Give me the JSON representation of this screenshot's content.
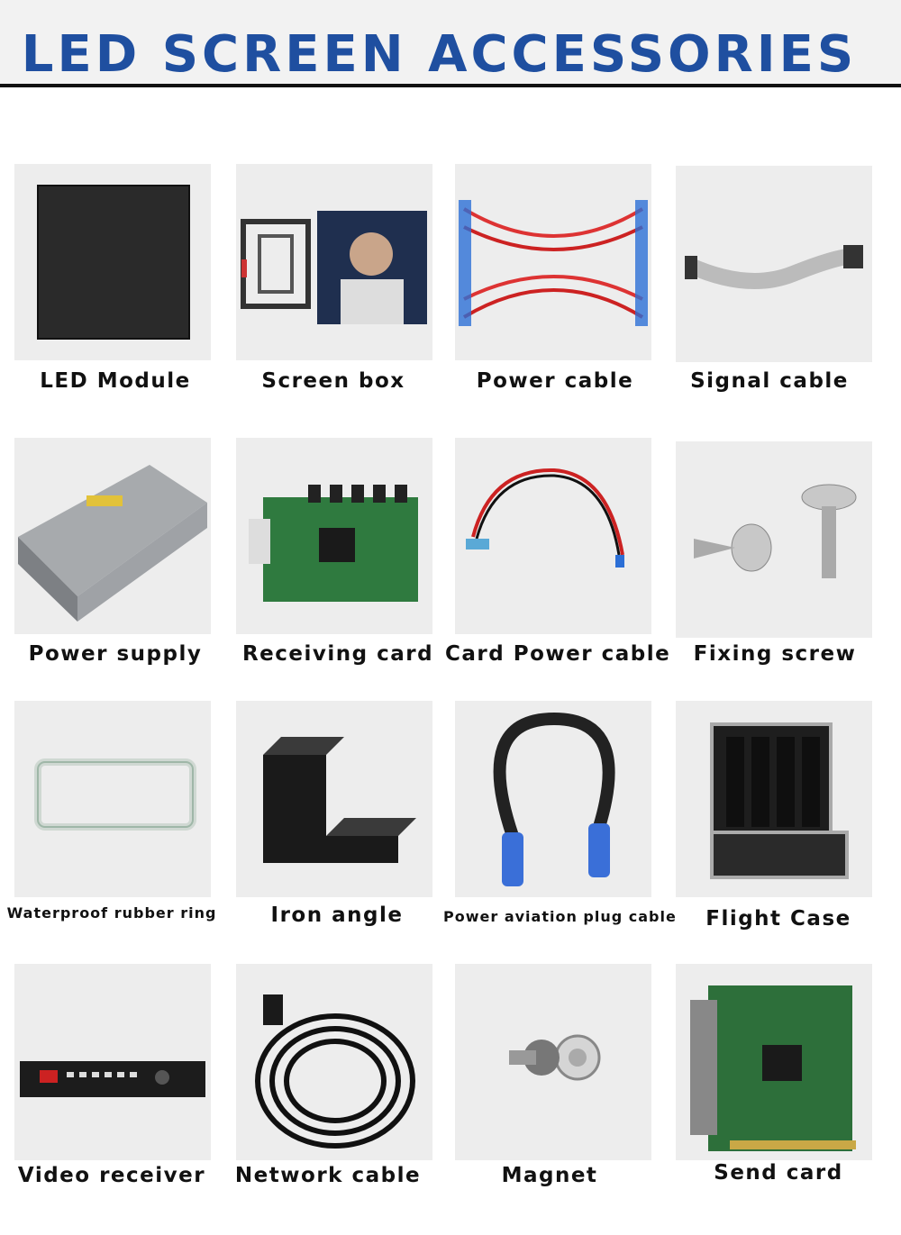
{
  "title": "LED SCREEN ACCESSORIES",
  "colors": {
    "title": "#1f4fa0",
    "tile_bg": "#ededed",
    "rule": "#111111"
  },
  "items": [
    {
      "label": "LED Module",
      "icon": "led-module-icon"
    },
    {
      "label": "Screen box",
      "icon": "screen-box-icon"
    },
    {
      "label": "Power cable",
      "icon": "power-cable-icon"
    },
    {
      "label": "Signal cable",
      "icon": "signal-cable-icon"
    },
    {
      "label": "Power supply",
      "icon": "power-supply-icon"
    },
    {
      "label": "Receiving card",
      "icon": "receiving-card-icon"
    },
    {
      "label": "Card Power cable",
      "icon": "card-power-cable-icon"
    },
    {
      "label": "Fixing screw",
      "icon": "fixing-screw-icon"
    },
    {
      "label": "Waterproof rubber ring",
      "icon": "rubber-ring-icon"
    },
    {
      "label": "Iron angle",
      "icon": "iron-angle-icon"
    },
    {
      "label": "Power aviation plug cable",
      "icon": "aviation-plug-cable-icon"
    },
    {
      "label": "Flight Case",
      "icon": "flight-case-icon"
    },
    {
      "label": "Video receiver",
      "icon": "video-receiver-icon"
    },
    {
      "label": "Network cable",
      "icon": "network-cable-icon"
    },
    {
      "label": "Magnet",
      "icon": "magnet-icon"
    },
    {
      "label": "Send card",
      "icon": "send-card-icon"
    }
  ]
}
